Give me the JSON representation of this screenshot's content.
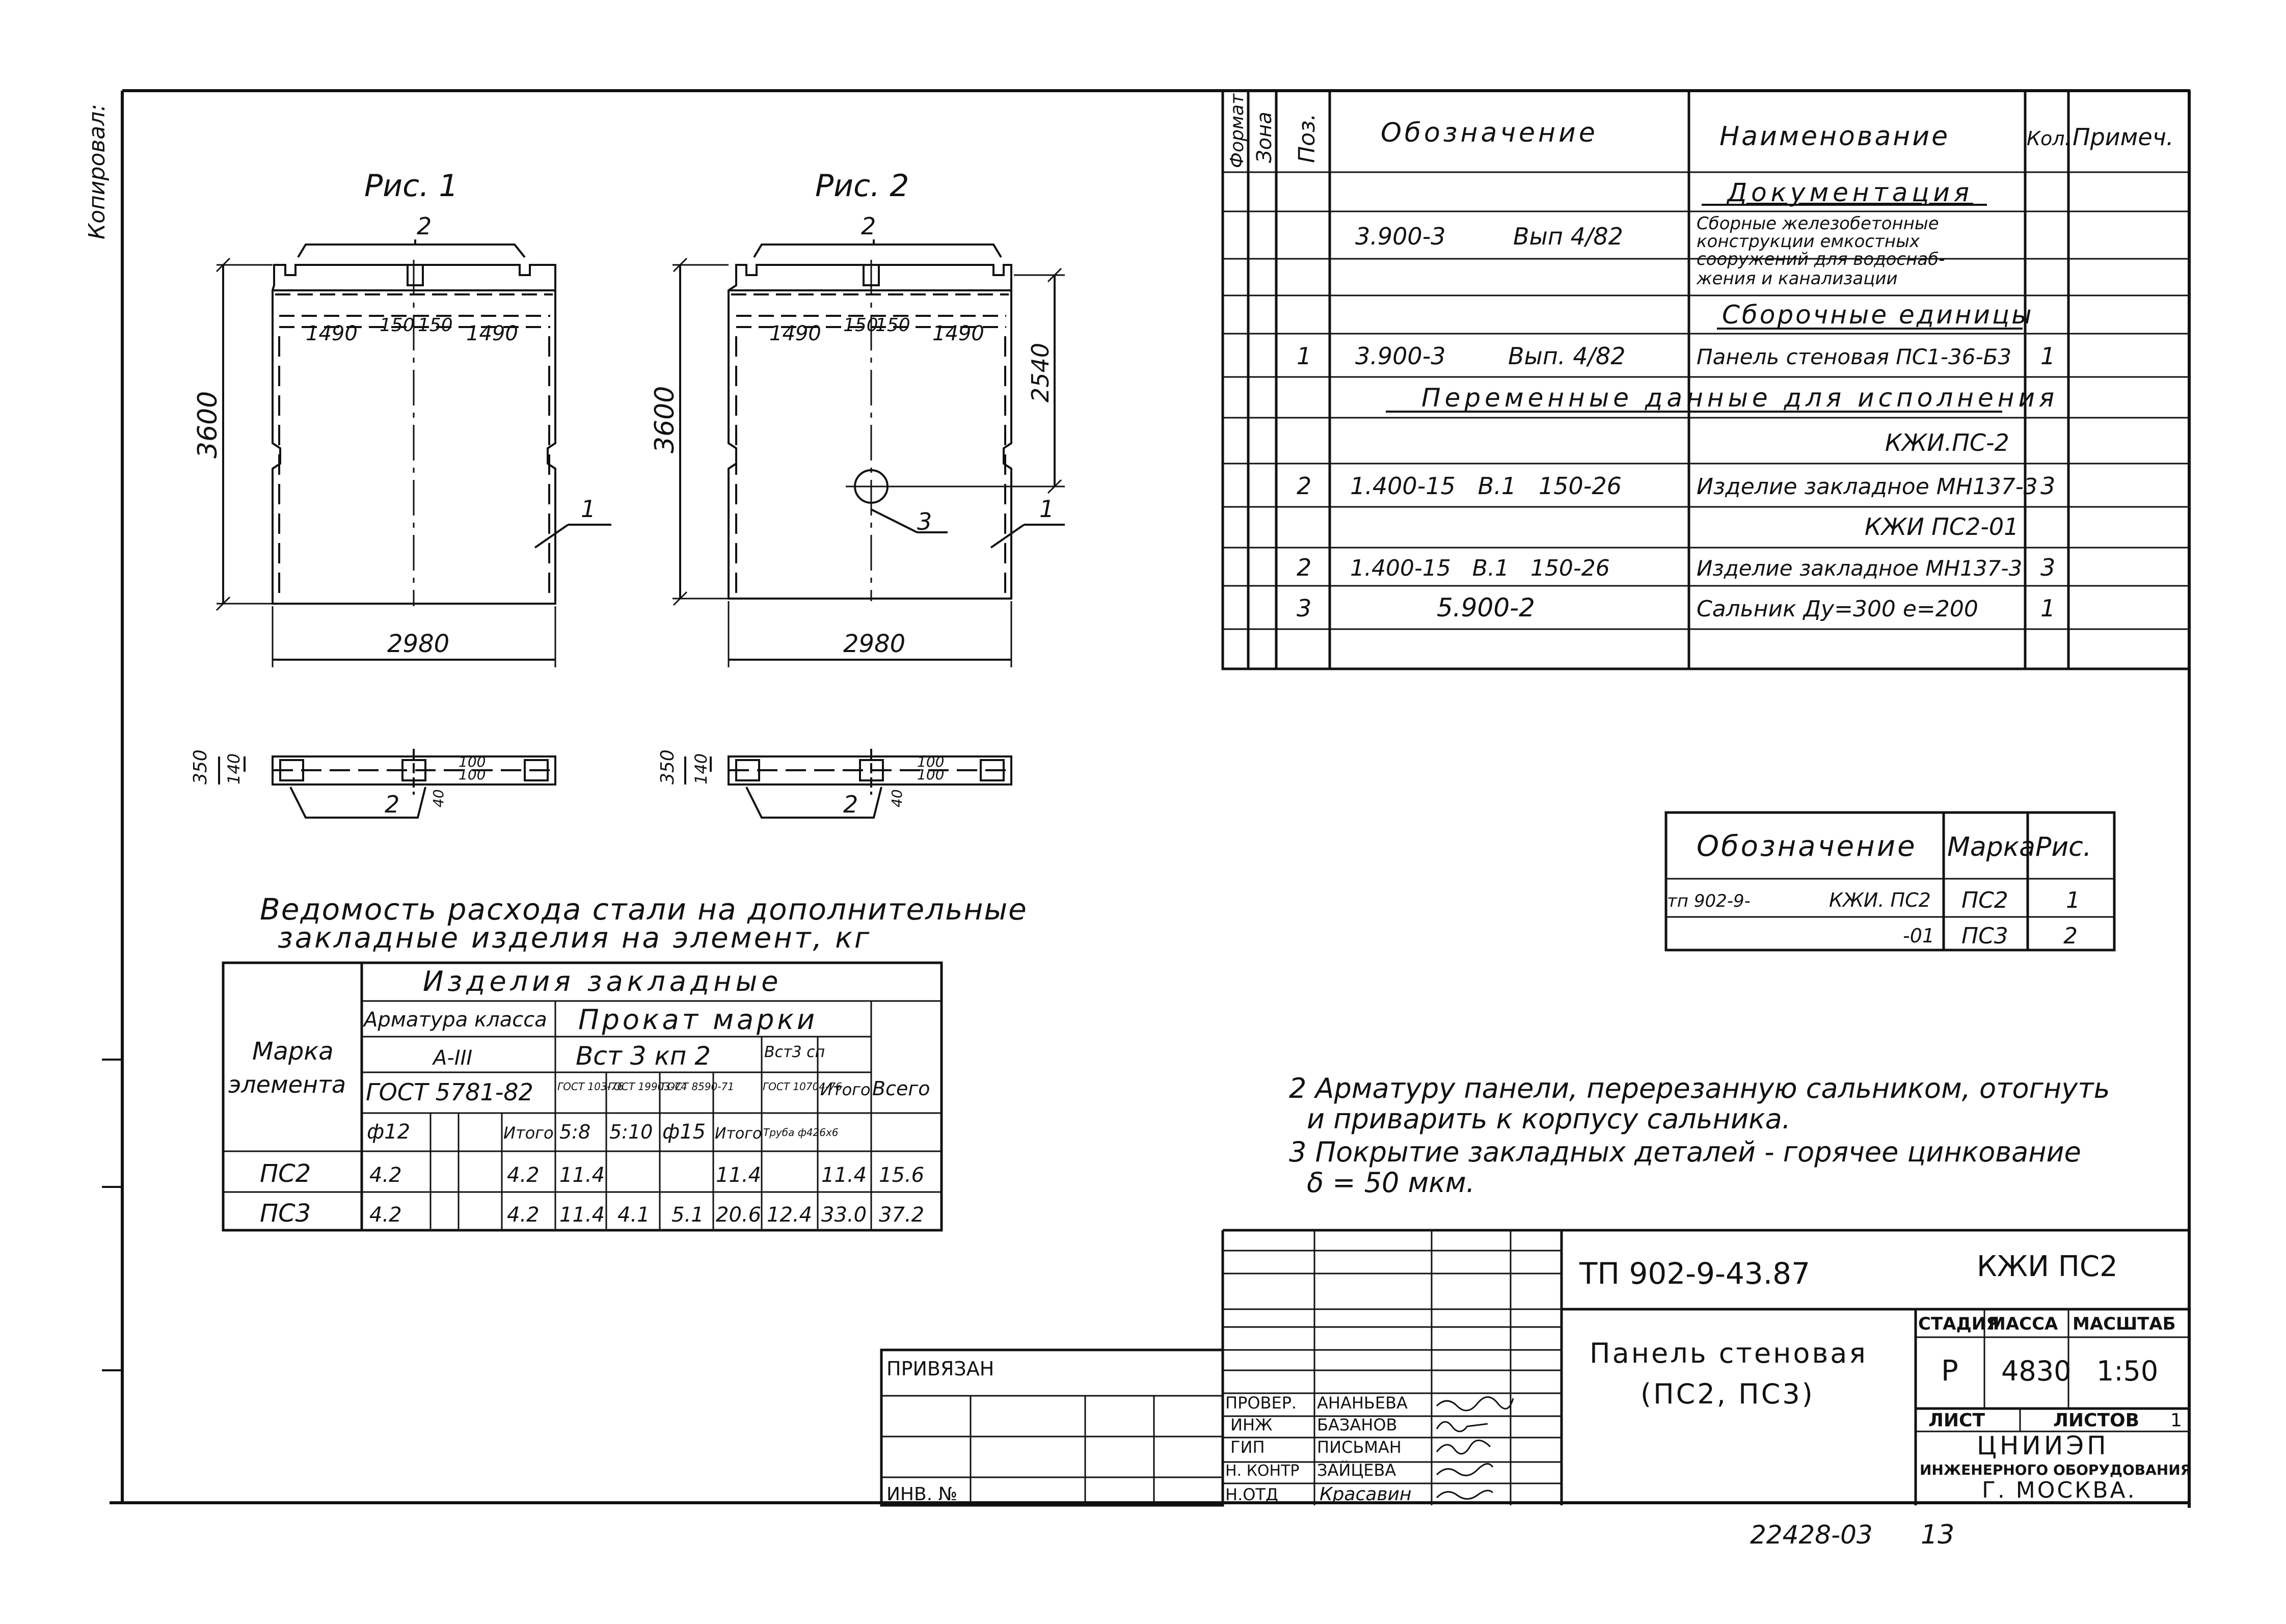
{
  "fig1": {
    "title": "Рис. 1",
    "dim_height": "3600",
    "dim_width": "2980",
    "dim_left": "1490",
    "dim_mid1": "150",
    "dim_mid2": "150",
    "dim_right": "1490",
    "callout_1": "1",
    "callout_2": "2",
    "sec_350": "350",
    "sec_140": "140",
    "sec_100a": "100",
    "sec_100b": "100",
    "sec_40": "40",
    "sec_callout_2": "2"
  },
  "fig2": {
    "title": "Рис. 2",
    "dim_height": "3600",
    "dim_width": "2980",
    "dim_left": "1490",
    "dim_mid1": "150",
    "dim_mid2": "150",
    "dim_right": "1490",
    "dim_hole": "2540",
    "callout_1": "1",
    "callout_2": "2",
    "callout_3": "3",
    "sec_350": "350",
    "sec_140": "140",
    "sec_100a": "100",
    "sec_100b": "100",
    "sec_40": "40",
    "sec_callout_2": "2"
  },
  "left_margin_text": "Копировал: ",
  "spec": {
    "headers": [
      "Формат",
      "Зона",
      "Поз.",
      "Обозначение",
      "Наименование",
      "Кол.",
      "Примеч."
    ],
    "documentation_heading": "Документация",
    "doc_designation": "3.900-3",
    "doc_issue": "Вып 4/82",
    "doc_name_lines": [
      "Сборные железобетонные",
      "конструкции емкостных",
      "сооружений для водоснаб-",
      "жения и канализации"
    ],
    "assembly_heading": "Сборочные единицы",
    "assembly_pos": "1",
    "assembly_designation": "3.900-3",
    "assembly_issue": "Вып. 4/82",
    "assembly_name": "Панель стеновая ПС1-36-Б3",
    "assembly_qty": "1",
    "variable_heading": "Переменные данные для исполнения",
    "variant1": "КЖИ.ПС-2",
    "v1_pos": "2",
    "v1_designation": "1.400-15   В.1   150-26",
    "v1_name": "Изделие закладное МН137-3",
    "v1_qty": "3",
    "variant2": "КЖИ ПС2-01",
    "v2_pos": "2",
    "v2_designation": "1.400-15   В.1   150-26",
    "v2_name": "Изделие закладное МН137-3",
    "v2_qty": "3",
    "v3_pos": "3",
    "v3_designation": "5.900-2",
    "v3_name": "Сальник Ду=300  е=200",
    "v3_qty": "1"
  },
  "marks_table": {
    "headers": [
      "Обозначение",
      "Марка",
      "Рис."
    ],
    "row1": [
      "тп 902-9-",
      "КЖИ. ПС2",
      "ПС2",
      "1"
    ],
    "row2": [
      "-01",
      "ПС3",
      "2"
    ]
  },
  "steel": {
    "title_line1": "Ведомость расхода стали на дополнительные",
    "title_line2": "закладные изделия на элемент, кг",
    "col_mark_line1": "Марка",
    "col_mark_line2": "элемента",
    "group": "Изделия закладные",
    "rebar_class": "Арматура класса",
    "rebar_grade": "A-III",
    "rebar_gost": "ГОСТ 5781-82",
    "rolled": "Прокат марки",
    "rolled_grade": "Вст 3 кп 2",
    "bst_sp": "Вст3 сп",
    "gost_a": "ГОСТ 103-76",
    "gost_b": "ГОСТ 19903-74",
    "gost_c": "ГОСТ 8590-71",
    "gost_d": "ГОСТ 10704-76",
    "total": "Итого",
    "grand_total": "Всего",
    "phi12": "ф12",
    "s8": "5:8",
    "s10": "5:10",
    "phi15": "ф15",
    "pipe": "Труба ф426х6",
    "rows": [
      {
        "mark": "ПС2",
        "phi12": "4.2",
        "sub1": "4.2",
        "s8": "11.4",
        "s10": "",
        "phi15": "",
        "sub2": "11.4",
        "pipe": "",
        "sub3": "11.4",
        "all": "15.6"
      },
      {
        "mark": "ПС3",
        "phi12": "4.2",
        "sub1": "4.2",
        "s8": "11.4",
        "s10": "4.1",
        "phi15": "5.1",
        "sub2": "20.6",
        "pipe": "12.4",
        "sub3": "33.0",
        "all": "37.2"
      }
    ]
  },
  "notes": {
    "n2_line1": "2  Арматуру панели, перерезанную сальником, отогнуть",
    "n2_line2": "и приварить к корпусу сальника.",
    "n3_line1": "3  Покрытие закладных деталей - горячее цинкование",
    "n3_line2": "δ = 50 мкм."
  },
  "title_block": {
    "project": "ТП 902-9-43.87",
    "code": "КЖИ  ПС2",
    "name_line1": "Панель  стеновая",
    "name_line2": "(ПС2,  ПС3)",
    "stage_label": "СТАДИЯ",
    "mass_label": "МАССА",
    "scale_label": "МАСШТАБ",
    "stage": "Р",
    "mass": "4830",
    "scale": "1:50",
    "sheet_label": "ЛИСТ",
    "sheets_label": "ЛИСТОВ",
    "sheets_value": "1",
    "org_line1": "ЦНИИЭП",
    "org_line2": "ИНЖЕНЕРНОГО ОБОРУДОВАНИЯ",
    "org_line3": "Г. МОСКВА.",
    "roles": [
      "ПРОВЕР.",
      "ИНЖ",
      "ГИП",
      "Н. КОНТР",
      "Н.ОТД"
    ],
    "names": [
      "АНАНЬЕВА",
      "БАЗАНОВ",
      "ПИСЬМАН",
      "ЗАЙЦЕВА",
      "Красавин"
    ],
    "tied": "ПРИВЯЗАН",
    "inv": "ИНВ. №"
  },
  "footer_code": "22428-03",
  "footer_page": "13"
}
